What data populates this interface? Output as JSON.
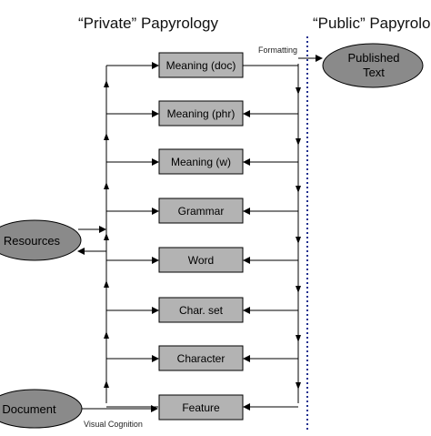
{
  "headings": {
    "private": "“Private” Papyrology",
    "public": "“Public” Papyrolo"
  },
  "boxes": [
    {
      "label": "Meaning (doc)"
    },
    {
      "label": "Meaning (phr)"
    },
    {
      "label": "Meaning (w)"
    },
    {
      "label": "Grammar"
    },
    {
      "label": "Word"
    },
    {
      "label": "Char. set"
    },
    {
      "label": "Character"
    },
    {
      "label": "Feature"
    }
  ],
  "ellipses": {
    "resources": "Resources",
    "document": "Document",
    "published_line1": "Published",
    "published_line2": "Text"
  },
  "labels": {
    "formatting": "Formatting",
    "visual_cognition": "Visual Cognition"
  },
  "colors": {
    "box_fill": "#b3b3b3",
    "ellipse_fill": "#8a8a8a",
    "divider": "#1f2f8f",
    "line": "#000000"
  }
}
